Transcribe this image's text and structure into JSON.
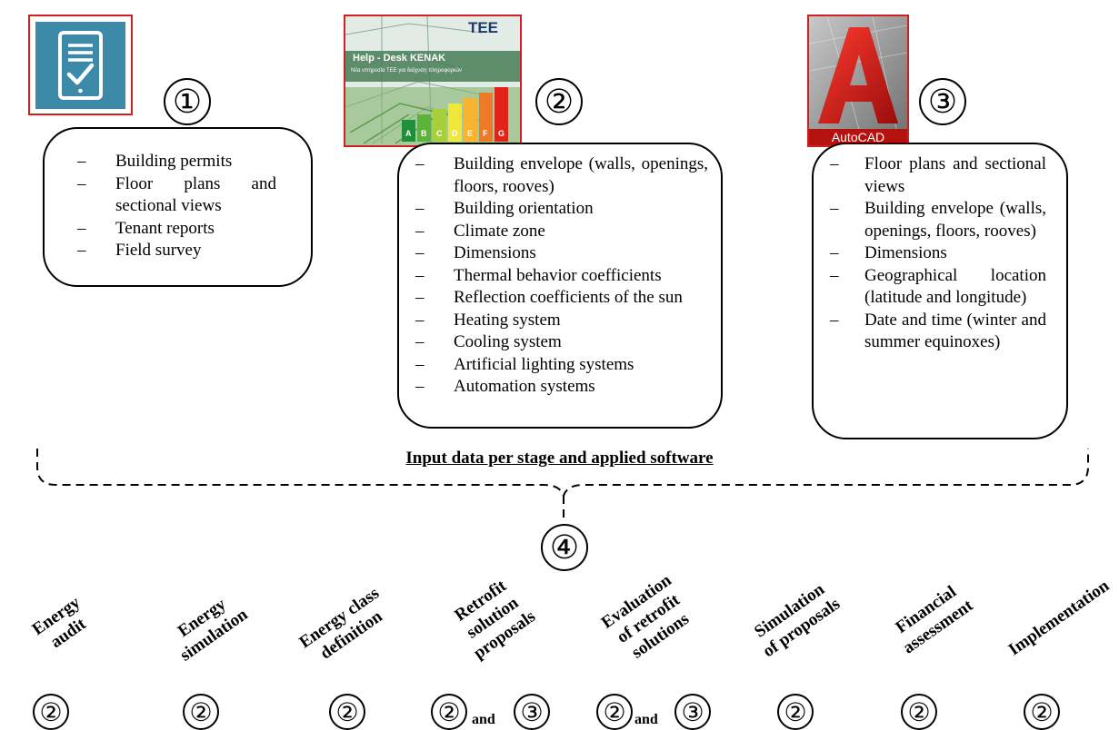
{
  "top_sections": [
    {
      "number": "①",
      "items": [
        "Building permits",
        "Floor plans and sectional views",
        "Tenant reports",
        "Field survey"
      ]
    },
    {
      "number": "②",
      "logo_text": {
        "brand": "TEE",
        "title": "Help - Desk KENAK",
        "subtitle": "Νέα υπηρεσία ΤΕΕ για διάχυση πληροφοριών",
        "scale": [
          "A",
          "B",
          "C",
          "D",
          "E",
          "F",
          "G"
        ]
      },
      "items": [
        "Building envelope (walls, openings, floors, rooves)",
        "Building orientation",
        "Climate zone",
        "Dimensions",
        "Thermal behavior coefficients",
        "Reflection coefficients of the sun",
        "Heating system",
        "Cooling system",
        "Artificial lighting systems",
        "Automation systems"
      ]
    },
    {
      "number": "③",
      "logo_text": {
        "brand": "AutoCAD"
      },
      "items": [
        "Floor plans and sectional views",
        "Building envelope (walls, openings, floors, rooves)",
        "Dimensions",
        "Geographical location (latitude and longitude)",
        "Date and time (winter and summer equinoxes)"
      ]
    }
  ],
  "caption": "Input data per stage and applied software",
  "bracket_number": "④",
  "stages": [
    {
      "lines": [
        "Energy",
        "audit"
      ],
      "marks": [
        "②"
      ]
    },
    {
      "lines": [
        "Energy",
        "simulation"
      ],
      "marks": [
        "②"
      ]
    },
    {
      "lines": [
        "Energy class",
        "definition"
      ],
      "marks": [
        "②"
      ]
    },
    {
      "lines": [
        "Retrofit",
        "solution",
        "proposals"
      ],
      "marks": [
        "②",
        "③"
      ],
      "joiner": "and"
    },
    {
      "lines": [
        "Evaluation",
        "of retrofit",
        "solutions"
      ],
      "marks": [
        "②",
        "③"
      ],
      "joiner": "and"
    },
    {
      "lines": [
        "Simulation",
        "of proposals"
      ],
      "marks": [
        "②"
      ]
    },
    {
      "lines": [
        "Financial",
        "assessment"
      ],
      "marks": [
        "②"
      ]
    },
    {
      "lines": [
        "Implementation"
      ],
      "marks": [
        "②"
      ]
    }
  ]
}
